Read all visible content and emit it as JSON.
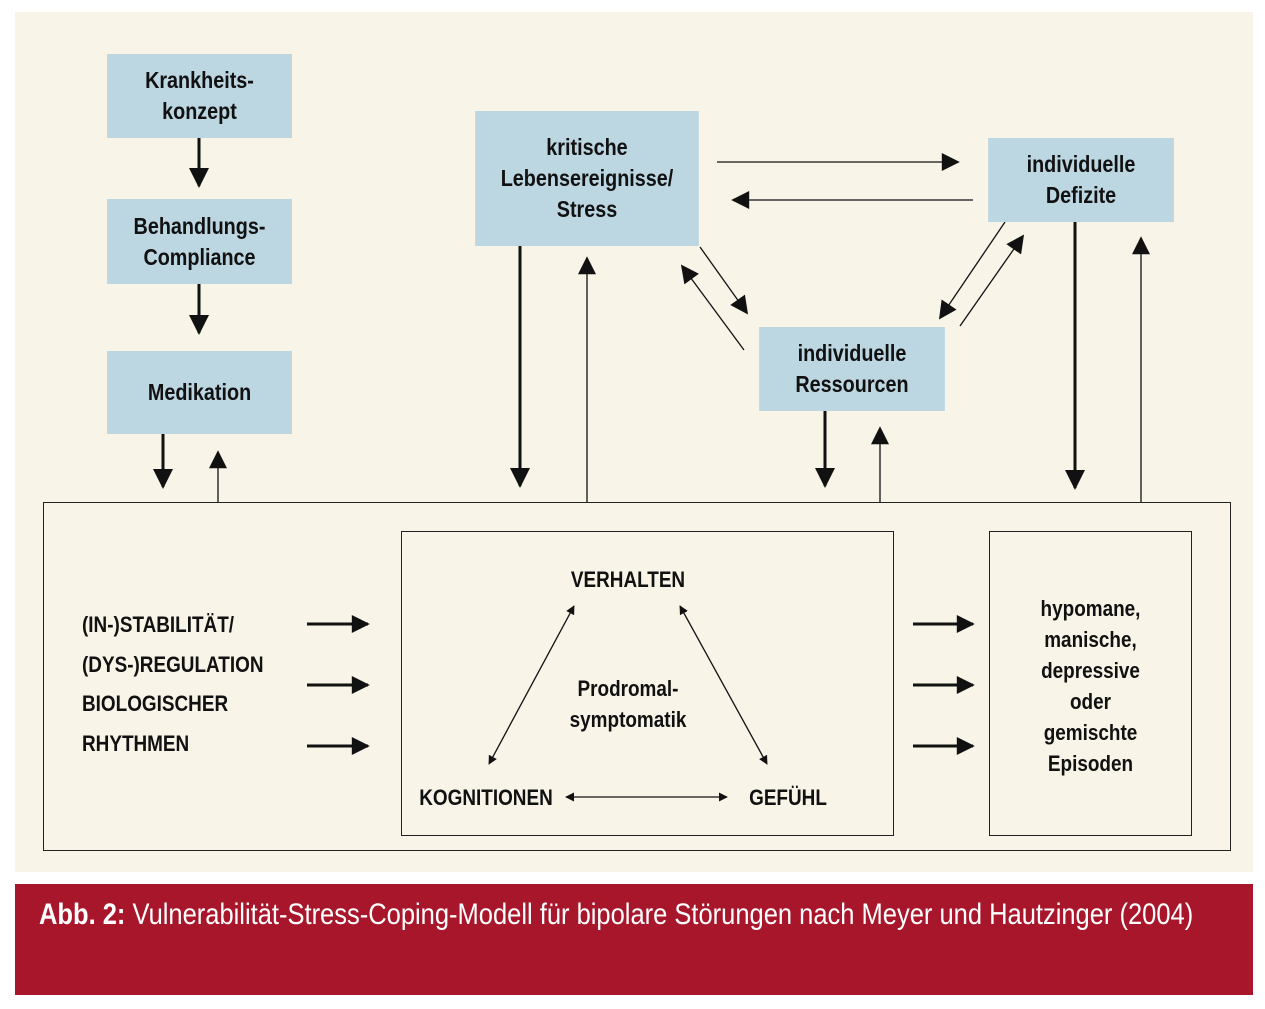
{
  "boxes": {
    "krankheitskonzept": "Krankheits-\nkonzept",
    "behandlungs_compliance": "Behandlungs-\nCompliance",
    "medikation": "Medikation",
    "kritische_lebensereignisse": "kritische\nLebensereignisse/\nStress",
    "individuelle_defizite": "individuelle\nDefizite",
    "individuelle_ressourcen": "individuelle\nRessourcen"
  },
  "biological_rhythms_lines": [
    "(IN-)STABILITÄT/",
    "(DYS-)REGULATION",
    "BIOLOGISCHER",
    "RHYTHMEN"
  ],
  "prodromal": {
    "top": "VERHALTEN",
    "center": "Prodromal-\nsymptomatik",
    "left": "KOGNITIONEN",
    "right": "GEFÜHL"
  },
  "episodes": "hypomane,\nmanische,\ndepressive\noder\ngemischte\nEpisoden",
  "caption": {
    "label": "Abb. 2:",
    "text": " Vulnerabilität-Stress-Coping-Modell für bipolare Störungen nach Meyer und Hautzinger (2004)"
  },
  "colors": {
    "panel_background": "#f8f4e8",
    "box_fill": "#bcd6e2",
    "caption_background": "#a8162b",
    "caption_text": "#ffffff",
    "line": "#111111"
  }
}
